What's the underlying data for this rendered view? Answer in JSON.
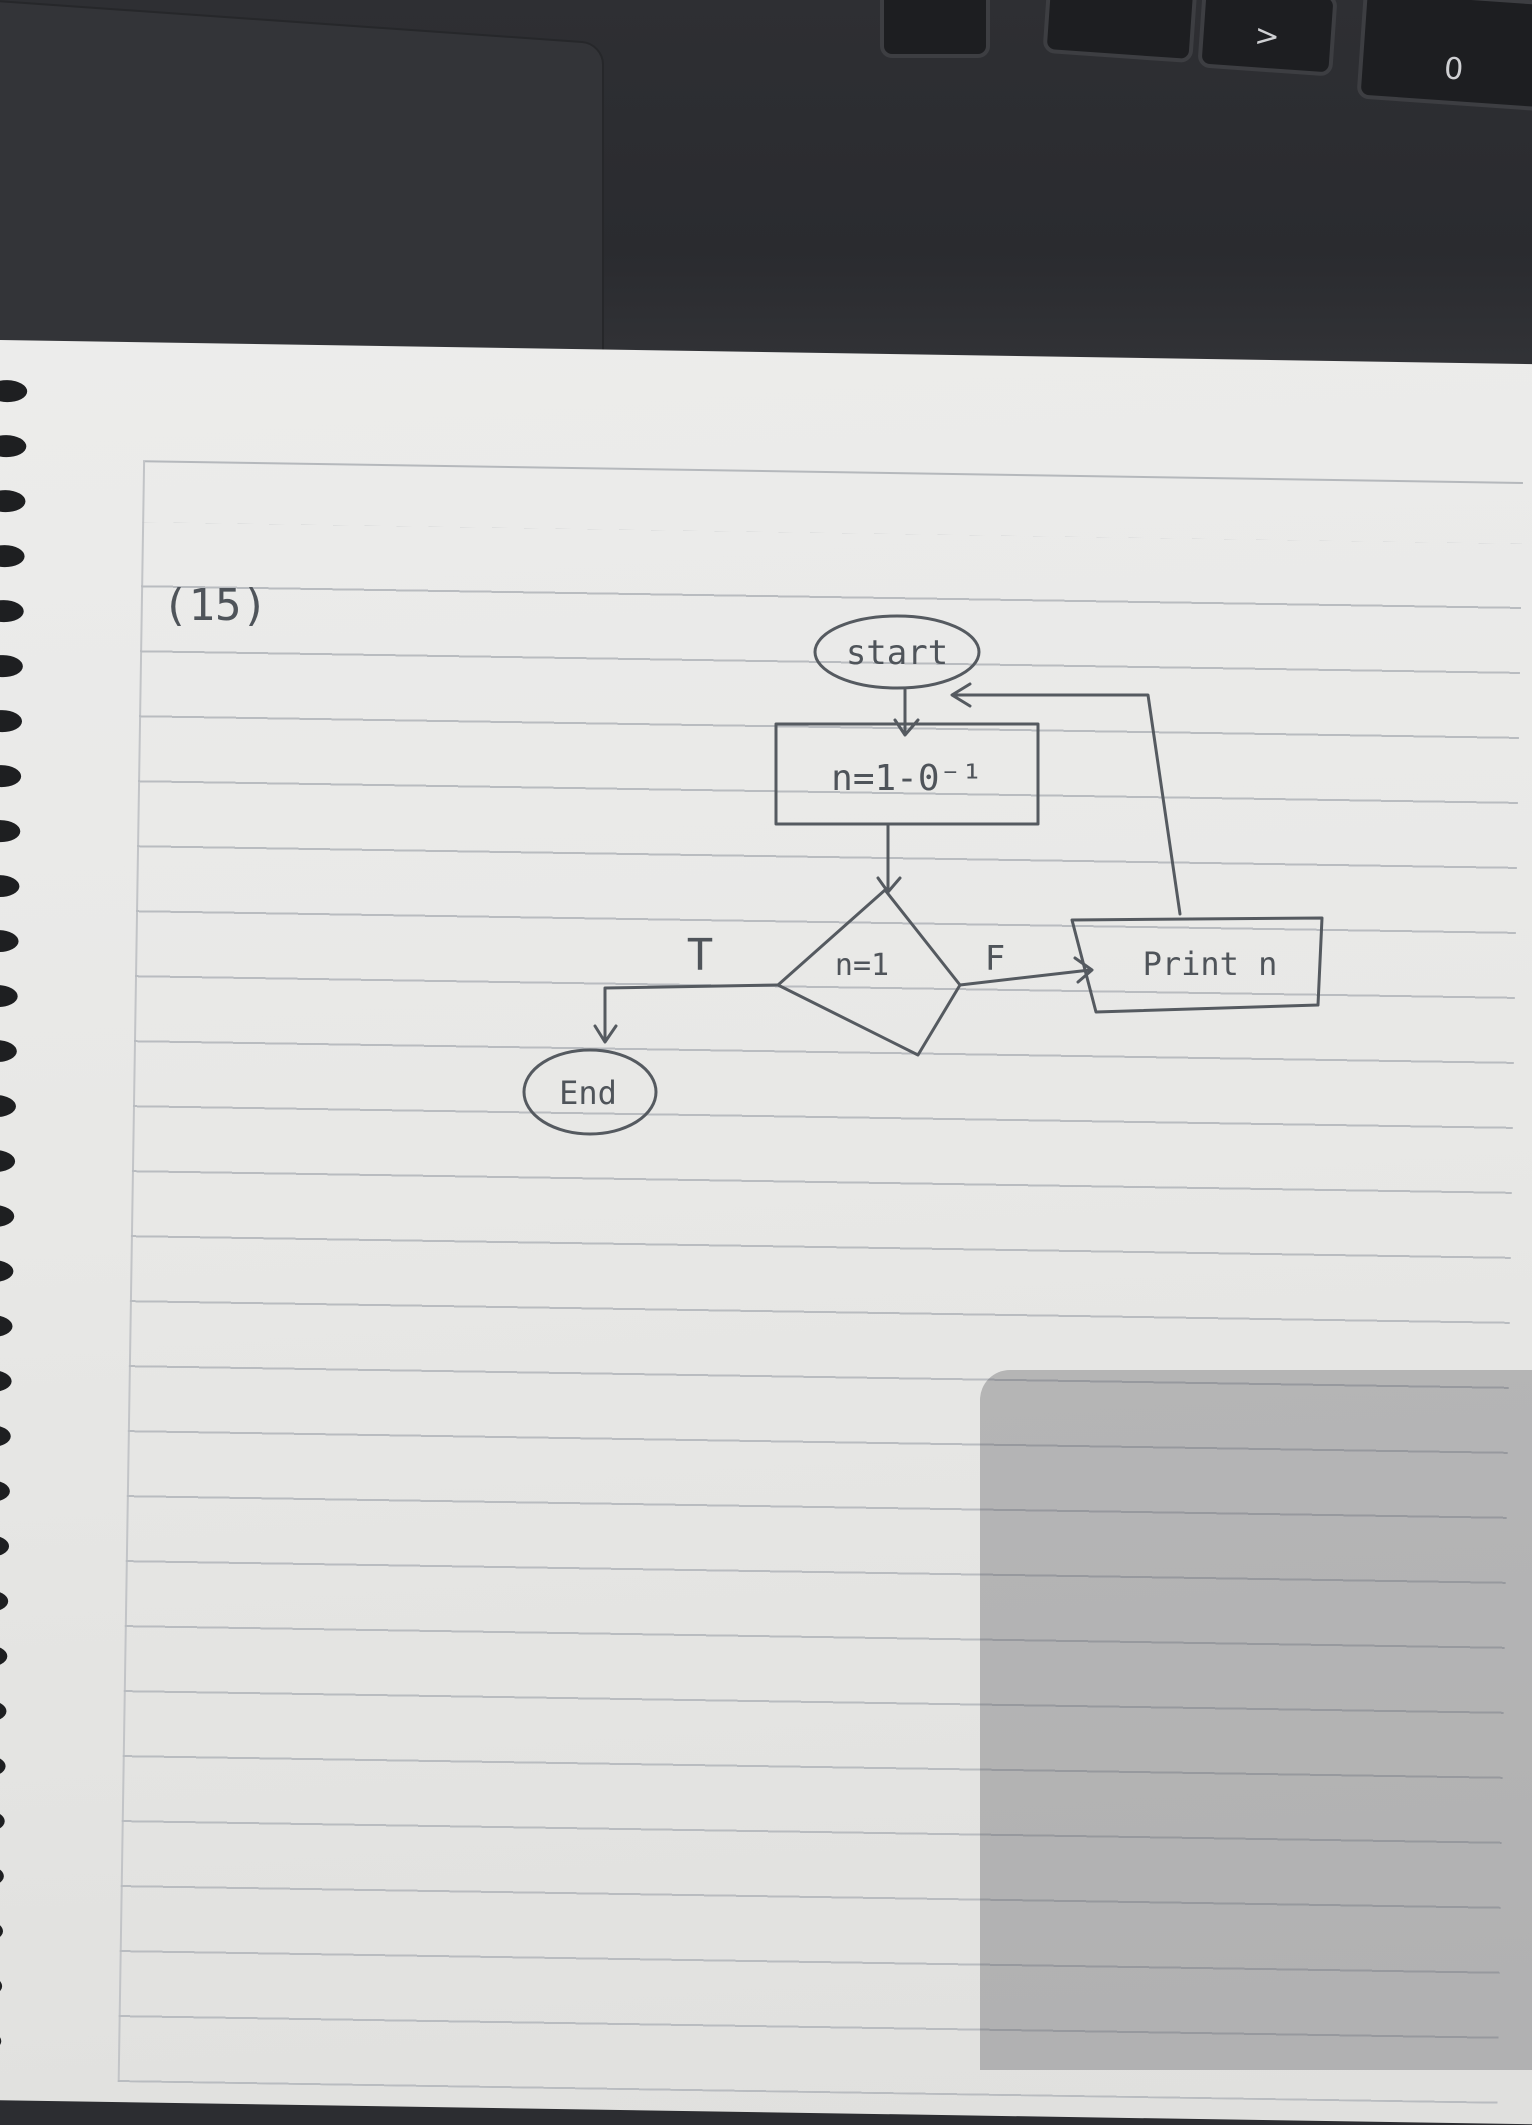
{
  "keyboard": {
    "keys": [
      "",
      "",
      ">",
      "0"
    ]
  },
  "notebook": {
    "problem_number": "(15)"
  },
  "flowchart": {
    "start": "start",
    "process": "n=1-0⁻¹",
    "decision": "n=1",
    "true_label": "T",
    "false_label": "F",
    "output": "Print n",
    "end": "End"
  },
  "colors": {
    "ink": "#555a60",
    "paper": "#ececeb",
    "laptop": "#2c2d31"
  }
}
